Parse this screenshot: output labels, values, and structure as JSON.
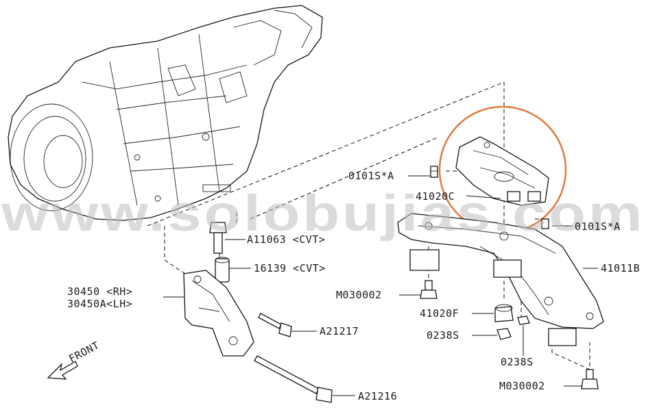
{
  "labels": {
    "mount_bolt_a": "0101S*A",
    "mount_insulator": "41020C",
    "crossmember_bolt_a": "0101S*A",
    "bolt_cvt": "A11063 <CVT>",
    "spacer_cvt": "16139 <CVT>",
    "bracket_rh": "30450  <RH>",
    "bracket_lh": "30450A<LH>",
    "bolt_a21217": "A21217",
    "bolt_a21216": "A21216",
    "bolt_m030002_left": "M030002",
    "crossmember": "41011B",
    "stopper": "41020F",
    "nut_0238s_left": "0238S",
    "nut_0238s_right": "0238S",
    "bolt_m030002_right": "M030002",
    "front": "FRONT"
  },
  "watermark": "www.solobujias.com",
  "highlight_color": "#e07a3c"
}
